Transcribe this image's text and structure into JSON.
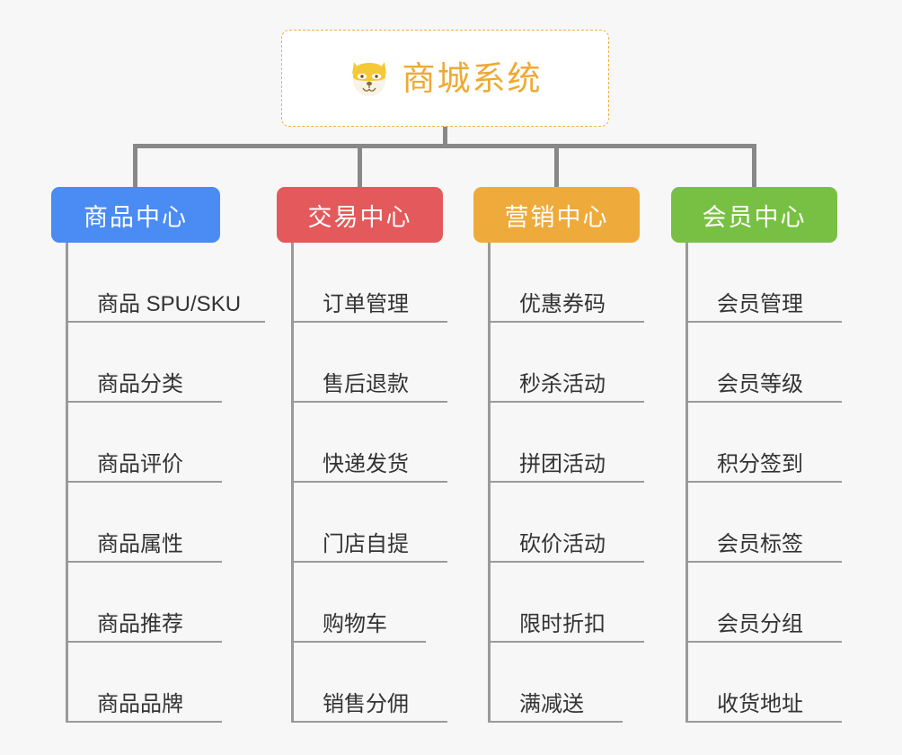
{
  "diagram": {
    "title": "商城系统",
    "root": {
      "label": "商城系统",
      "icon": "dog-face-icon",
      "text_color": "#eeaa33",
      "border_color": "#eeb243",
      "background": "#ffffff",
      "border_style": "dashed"
    },
    "page_background": "#f7f7f7",
    "connector_color": "#888888",
    "leaf_line_color": "#9a9a9a",
    "columns": [
      {
        "label": "商品中心",
        "color": "#4a8bf4",
        "leaves": [
          "商品 SPU/SKU",
          "商品分类",
          "商品评价",
          "商品属性",
          "商品推荐",
          "商品品牌"
        ]
      },
      {
        "label": "交易中心",
        "color": "#e4595b",
        "leaves": [
          "订单管理",
          "售后退款",
          "快递发货",
          "门店自提",
          "购物车",
          "销售分佣"
        ]
      },
      {
        "label": "营销中心",
        "color": "#eeab3c",
        "leaves": [
          "优惠券码",
          "秒杀活动",
          "拼团活动",
          "砍价活动",
          "限时折扣",
          "满减送"
        ]
      },
      {
        "label": "会员中心",
        "color": "#78c043",
        "leaves": [
          "会员管理",
          "会员等级",
          "积分签到",
          "会员标签",
          "会员分组",
          "收货地址"
        ]
      }
    ]
  }
}
